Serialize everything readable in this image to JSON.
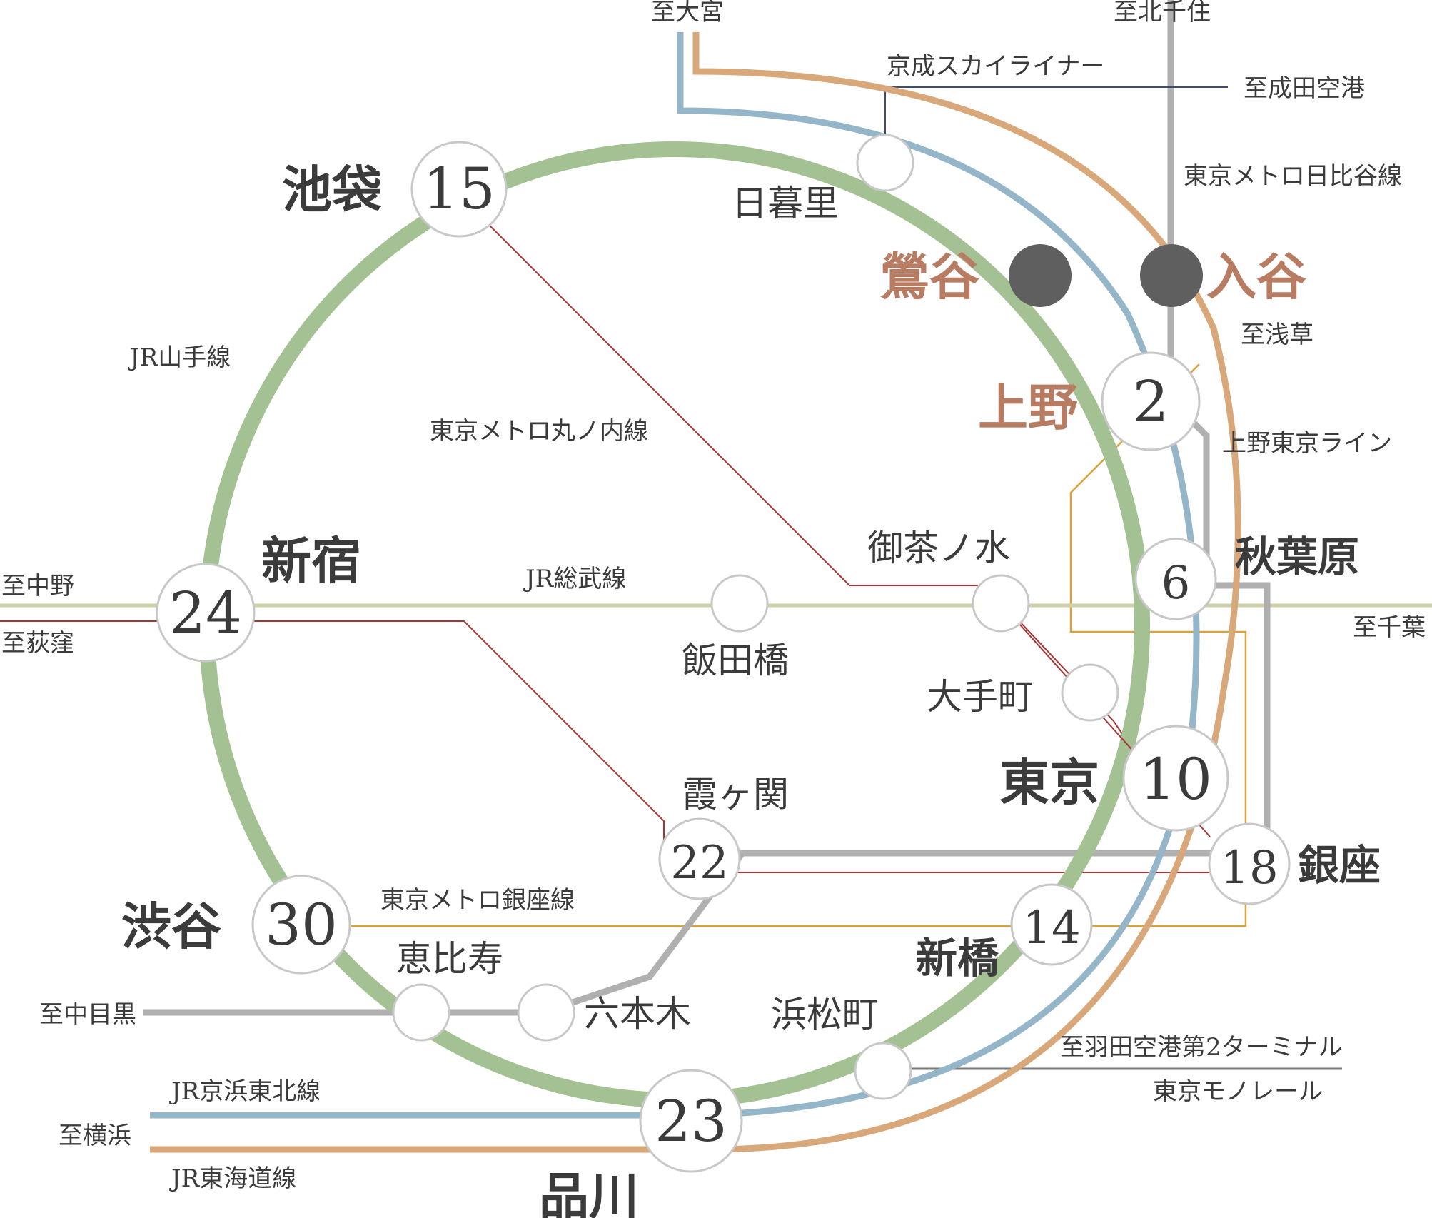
{
  "colors": {
    "yamanote": "#a3c193",
    "keihin_tohoku": "#94b6c8",
    "tokaido": "#d8a87a",
    "hibiya": "#b0b0b0",
    "sobu": "#cfcfaa",
    "marunouchi": "#a83532",
    "ginza": "#d6a43a",
    "skyliner": "#3f4a7a",
    "monorail": "#7a7a7a",
    "highlight_label": "#b87c63",
    "target_station": "#5f5f5f"
  },
  "stations": {
    "ikebukuro": {
      "name": "池袋",
      "minutes": "15"
    },
    "ueno": {
      "name": "上野",
      "minutes": "2"
    },
    "akihabara": {
      "name": "秋葉原",
      "minutes": "6"
    },
    "shinjuku": {
      "name": "新宿",
      "minutes": "24"
    },
    "tokyo": {
      "name": "東京",
      "minutes": "10"
    },
    "ginza": {
      "name": "銀座",
      "minutes": "18"
    },
    "kasumigaseki": {
      "name": "霞ヶ関",
      "minutes": "22"
    },
    "shibuya": {
      "name": "渋谷",
      "minutes": "30"
    },
    "shimbashi": {
      "name": "新橋",
      "minutes": "14"
    },
    "shinagawa": {
      "name": "品川",
      "minutes": "23"
    },
    "nippori": {
      "name": "日暮里"
    },
    "uguisudani": {
      "name": "鶯谷"
    },
    "iriya": {
      "name": "入谷"
    },
    "ochanomizu": {
      "name": "御茶ノ水"
    },
    "iidabashi": {
      "name": "飯田橋"
    },
    "otemachi": {
      "name": "大手町"
    },
    "ebisu": {
      "name": "恵比寿"
    },
    "roppongi": {
      "name": "六本木"
    },
    "hamamatsucho": {
      "name": "浜松町"
    }
  },
  "lines": {
    "yamanote": "JR山手線",
    "marunouchi": "東京メトロ丸ノ内線",
    "sobu": "JR総武線",
    "ginza": "東京メトロ銀座線",
    "keihin_tohoku": "JR京浜東北線",
    "tokaido": "JR東海道線",
    "hibiya": "東京メトロ日比谷線",
    "skyliner": "京成スカイライナー",
    "ueno_tokyo": "上野東京ライン",
    "monorail": "東京モノレール"
  },
  "directions": {
    "omiya": "至大宮",
    "kitasenju": "至北千住",
    "narita": "至成田空港",
    "asakusa": "至浅草",
    "nakano": "至中野",
    "ogikubo": "至荻窪",
    "chiba": "至千葉",
    "nakameguro": "至中目黒",
    "haneda": "至羽田空港第2ターミナル",
    "yokohama": "至横浜"
  }
}
